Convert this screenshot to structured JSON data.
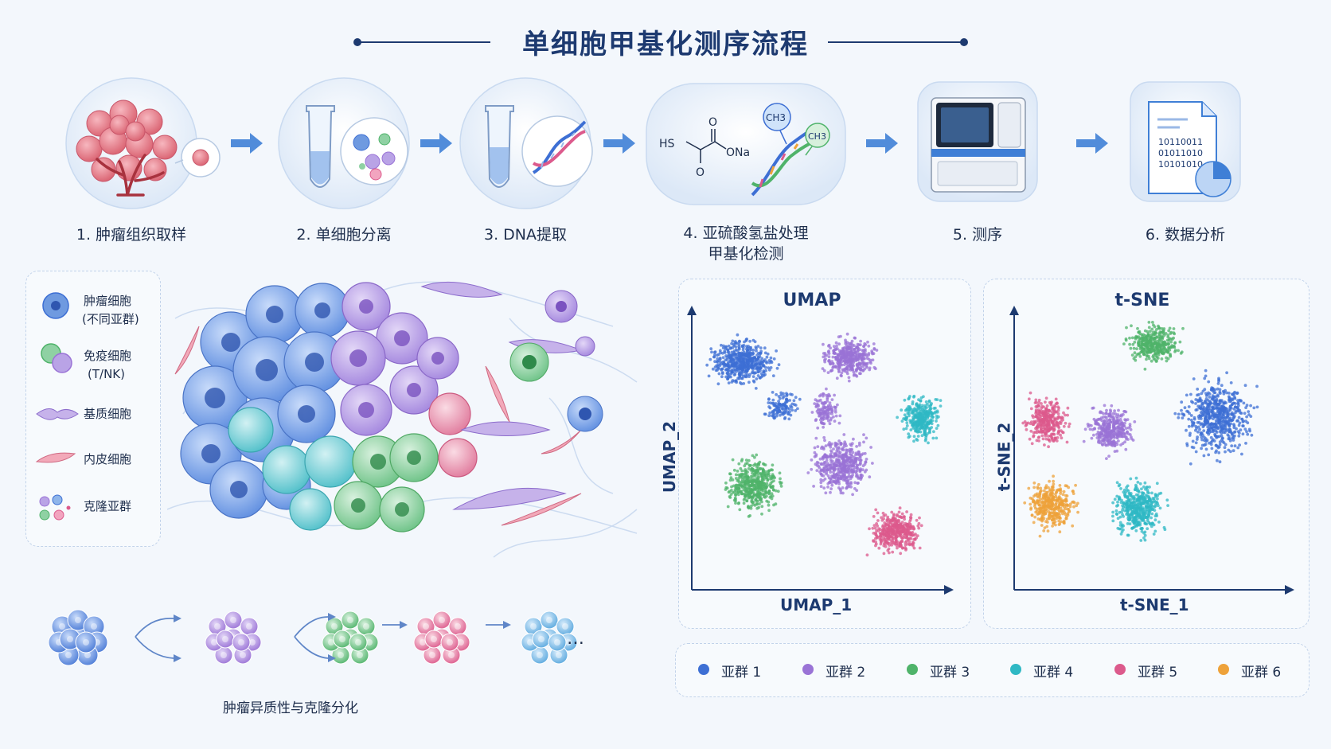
{
  "title": "单细胞甲基化测序流程",
  "steps": [
    {
      "label": "1. 肿瘤组织取样"
    },
    {
      "label": "2. 单细胞分离"
    },
    {
      "label": "3. DNA提取"
    },
    {
      "label_line1": "4. 亚硫酸氢盐处理",
      "label_line2": "甲基化检测"
    },
    {
      "label": "5. 测序"
    },
    {
      "label": "6. 数据分析"
    }
  ],
  "chemistry": {
    "sh": "HS",
    "o_top": "O",
    "ona": "ONa",
    "o_bottom": "O",
    "ch3_a": "CH3",
    "ch3_b": "CH3"
  },
  "binary_lines": [
    "10110011",
    "01011010",
    "10101010"
  ],
  "cell_legend": [
    {
      "line1": "肿瘤细胞",
      "line2": "(不同亚群)"
    },
    {
      "line1": "免疫细胞",
      "line2": "(T/NK)"
    },
    {
      "line1": "基质细胞"
    },
    {
      "line1": "内皮细胞"
    },
    {
      "line1": "克隆亚群"
    }
  ],
  "clonal_caption": "肿瘤异质性与克隆分化",
  "ellipsis": "…",
  "umap": {
    "title": "UMAP",
    "xlabel": "UMAP_1",
    "ylabel": "UMAP_2"
  },
  "tsne": {
    "title": "t-SNE",
    "xlabel": "t-SNE_1",
    "ylabel": "t-SNE_2"
  },
  "subgroups": [
    {
      "label": "亚群 1",
      "color": "#3d6fd4"
    },
    {
      "label": "亚群 2",
      "color": "#9a73d6"
    },
    {
      "label": "亚群 3",
      "color": "#4fb36a"
    },
    {
      "label": "亚群 4",
      "color": "#2fb8c4"
    },
    {
      "label": "亚群 5",
      "color": "#dc5a8c"
    },
    {
      "label": "亚群 6",
      "color": "#eea23a"
    }
  ],
  "colors": {
    "title": "#1d3a70",
    "arrow": "#3f7fd6",
    "panel_bg": "#f3f7fc"
  }
}
